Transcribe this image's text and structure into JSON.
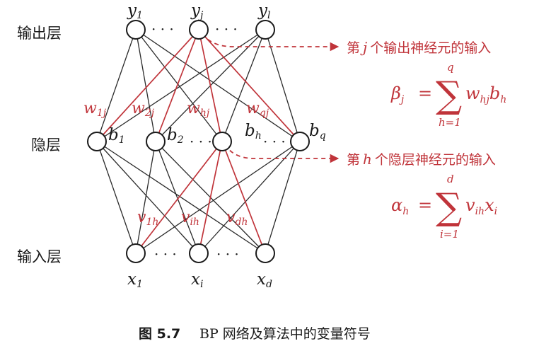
{
  "layers": {
    "output_label": "输出层",
    "hidden_label": "隐层",
    "input_label": "输入层"
  },
  "output_nodes": [
    {
      "base": "y",
      "sub": "1"
    },
    {
      "base": "y",
      "sub": "j"
    },
    {
      "base": "y",
      "sub": "l"
    }
  ],
  "hidden_nodes": [
    {
      "base": "b",
      "sub": "1"
    },
    {
      "base": "b",
      "sub": "2"
    },
    {
      "base": "b",
      "sub": "h"
    },
    {
      "base": "b",
      "sub": "q"
    }
  ],
  "input_nodes": [
    {
      "base": "x",
      "sub": "1"
    },
    {
      "base": "x",
      "sub": "i"
    },
    {
      "base": "x",
      "sub": "d"
    }
  ],
  "ellipsis": "· · ·",
  "hidden_weights": [
    {
      "base": "w",
      "sub": "1j"
    },
    {
      "base": "w",
      "sub": "2j"
    },
    {
      "base": "w",
      "sub": "hj"
    },
    {
      "base": "w",
      "sub": "qj"
    }
  ],
  "input_weights": [
    {
      "base": "v",
      "sub": "1h"
    },
    {
      "base": "v",
      "sub": "ih"
    },
    {
      "base": "v",
      "sub": "dh"
    }
  ],
  "annotations": {
    "output": {
      "prefix": "第",
      "var": "j",
      "suffix": "个输出神经元的输入",
      "formula_lhs": "β",
      "formula_lhs_sub": "j",
      "formula_eq": "=",
      "sum_symbol": "∑",
      "sum_upper": "q",
      "sum_lower": "h=1",
      "term_a": "w",
      "term_a_sub": "hj",
      "term_b": "b",
      "term_b_sub": "h"
    },
    "hidden": {
      "prefix": "第",
      "var": "h",
      "suffix": "个隐层神经元的输入",
      "formula_lhs": "α",
      "formula_lhs_sub": "h",
      "formula_eq": "=",
      "sum_symbol": "∑",
      "sum_upper": "d",
      "sum_lower": "i=1",
      "term_a": "v",
      "term_a_sub": "ih",
      "term_b": "x",
      "term_b_sub": "i"
    }
  },
  "caption": {
    "number": "图 5.7",
    "text": "BP 网络及算法中的变量符号"
  },
  "colors": {
    "highlight": "#c0343a",
    "ink": "#1a1a1a"
  }
}
